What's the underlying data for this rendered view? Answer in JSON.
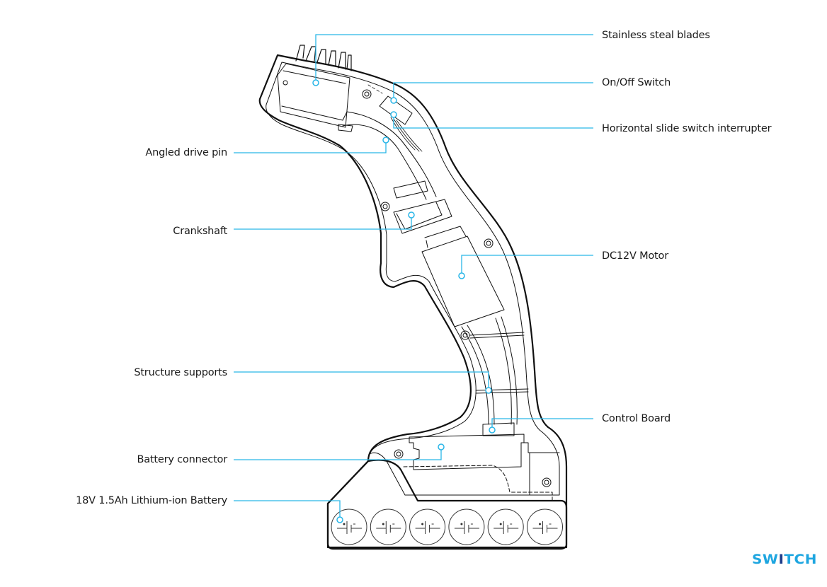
{
  "diagram": {
    "title": "Cordless handheld cutter internal components",
    "accent_color": "#29b6e8",
    "outline_color": "#111111",
    "labels_right": [
      {
        "id": "blades",
        "text": "Stainless steal blades"
      },
      {
        "id": "switch",
        "text": "On/Off Switch"
      },
      {
        "id": "interrupter",
        "text": "Horizontal slide switch interrupter"
      },
      {
        "id": "motor",
        "text": "DC12V Motor"
      },
      {
        "id": "control-board",
        "text": "Control Board"
      }
    ],
    "labels_left": [
      {
        "id": "drive-pin",
        "text": "Angled drive pin"
      },
      {
        "id": "crankshaft",
        "text": "Crankshaft"
      },
      {
        "id": "supports",
        "text": "Structure supports"
      },
      {
        "id": "battery-connector",
        "text": "Battery connector"
      },
      {
        "id": "battery",
        "text": "18V 1.5Ah Lithium-ion Battery"
      }
    ],
    "battery_cells": 6,
    "cell_symbol": "battery-cell-icon"
  },
  "brand": {
    "logo_pre": "SW",
    "logo_mid": "I",
    "logo_post": "TCH"
  }
}
